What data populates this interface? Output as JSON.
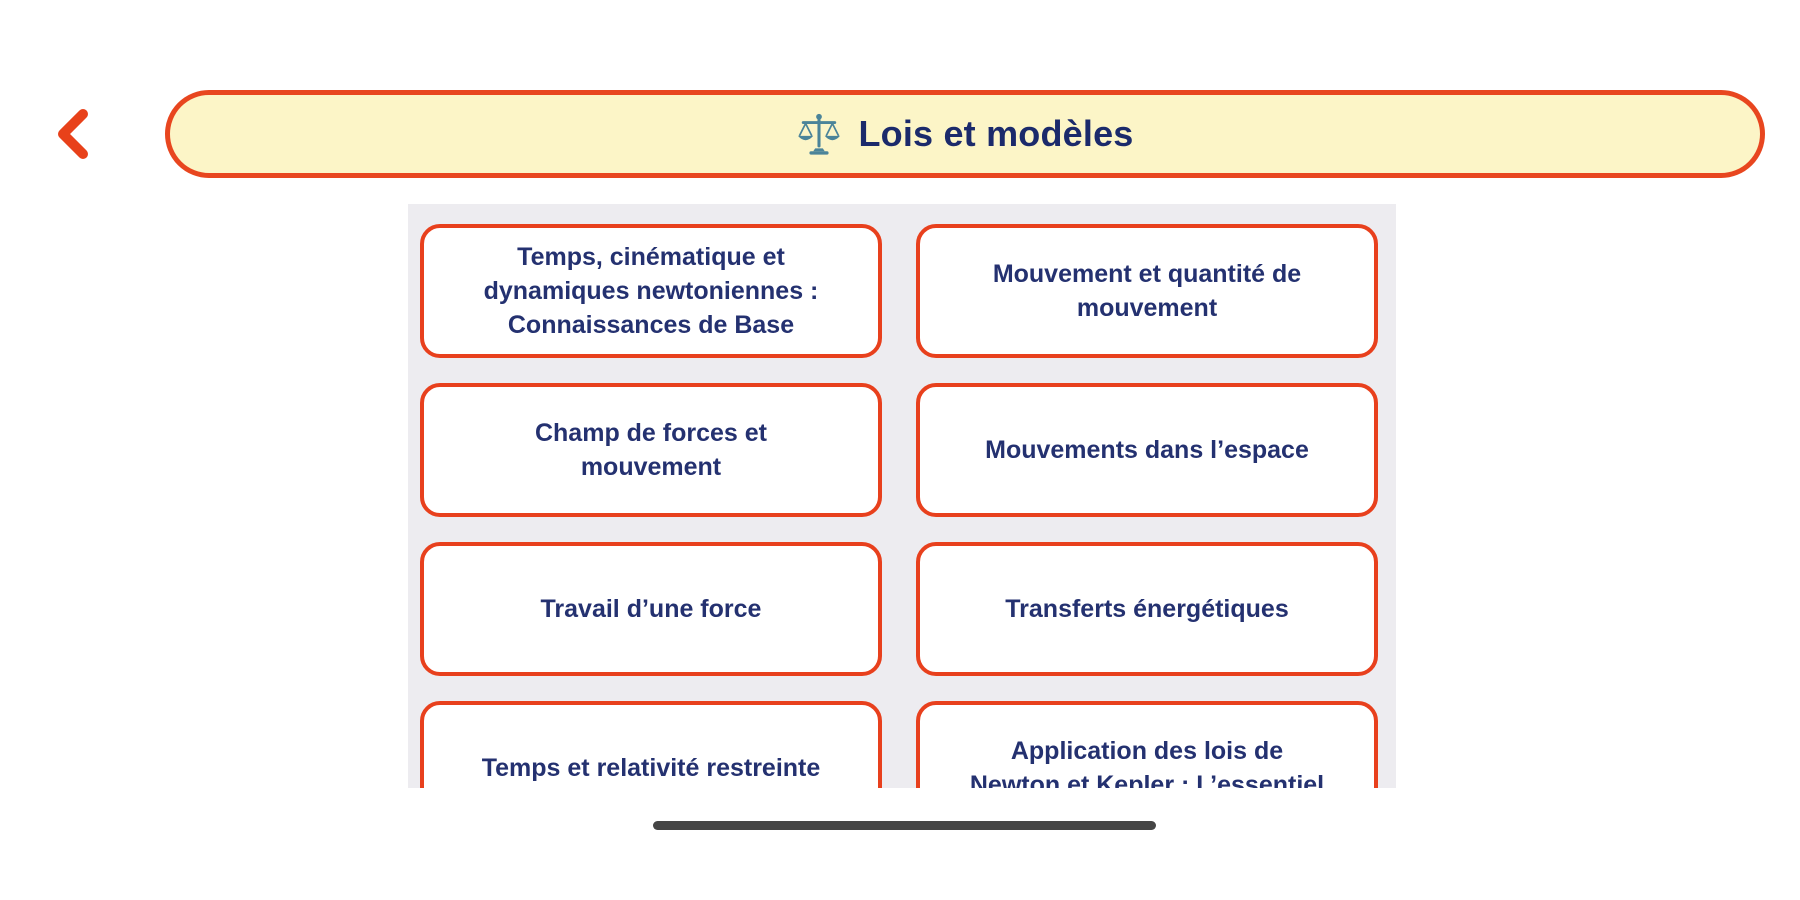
{
  "header": {
    "back_icon": "chevron-left",
    "title_icon": "balance-scale",
    "title": "Lois et modèles"
  },
  "topics": [
    {
      "label": "Temps, cinématique et\ndynamiques newtoniennes :\nConnaissances de Base"
    },
    {
      "label": "Mouvement et quantité de\nmouvement"
    },
    {
      "label": "Champ de forces et\nmouvement"
    },
    {
      "label": "Mouvements dans l’espace"
    },
    {
      "label": "Travail d’une force"
    },
    {
      "label": "Transferts énergétiques"
    },
    {
      "label": "Temps et relativité restreinte"
    },
    {
      "label": "Application des lois de\nNewton et Kepler : L’essentiel"
    }
  ],
  "colors": {
    "header_bg": "#fcf5c7",
    "header_border": "#e8461f",
    "header_text": "#1b2a6b",
    "button_bg": "#ffffff",
    "button_border": "#e8401d",
    "button_text": "#243170",
    "back_arrow": "#e8411a",
    "panel_bg": "#edecf0",
    "scale_icon": "#4b8499",
    "home_bar": "#454545"
  }
}
